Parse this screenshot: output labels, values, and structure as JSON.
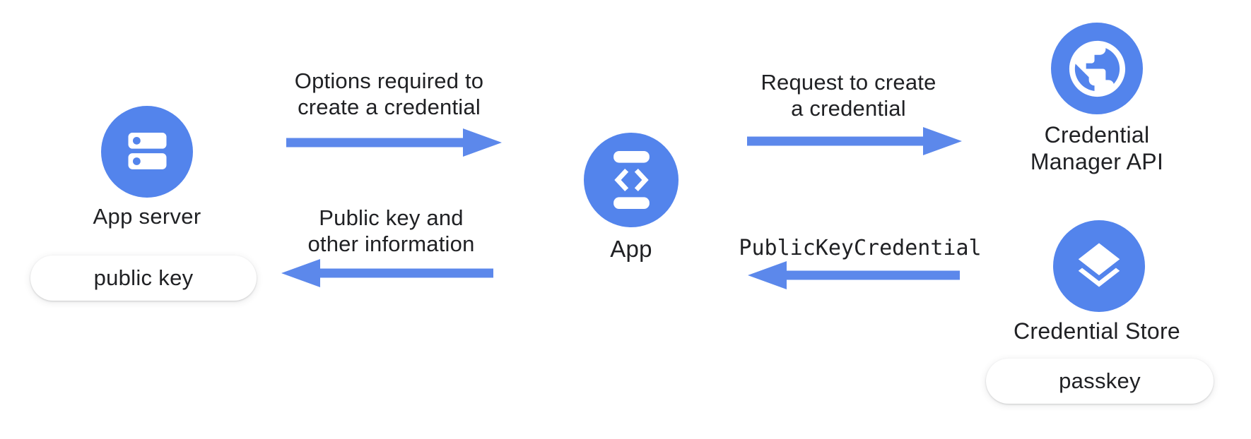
{
  "colors": {
    "node_blue": "#5384EC",
    "arrow_blue": "#5C88EB",
    "text": "#202124",
    "pill_background": "#ffffff"
  },
  "nodes": {
    "app_server": {
      "label": "App server",
      "icon": "server-stack-icon",
      "badge": "public key"
    },
    "app": {
      "label": "App",
      "icon": "phone-code-icon"
    },
    "credential_manager": {
      "label_line1": "Credential",
      "label_line2": "Manager API",
      "icon": "globe-icon"
    },
    "credential_store": {
      "label": "Credential Store",
      "icon": "layers-icon",
      "badge": "passkey"
    }
  },
  "arrows": {
    "options": {
      "line1": "Options required to",
      "line2": "create a credential",
      "direction": "right"
    },
    "request": {
      "line1": "Request to create",
      "line2": "a credential",
      "direction": "right"
    },
    "public_key_credential": {
      "label": "PublicKeyCredential",
      "direction": "left"
    },
    "public_key_info": {
      "line1": "Public key and",
      "line2": "other information",
      "direction": "left"
    }
  }
}
